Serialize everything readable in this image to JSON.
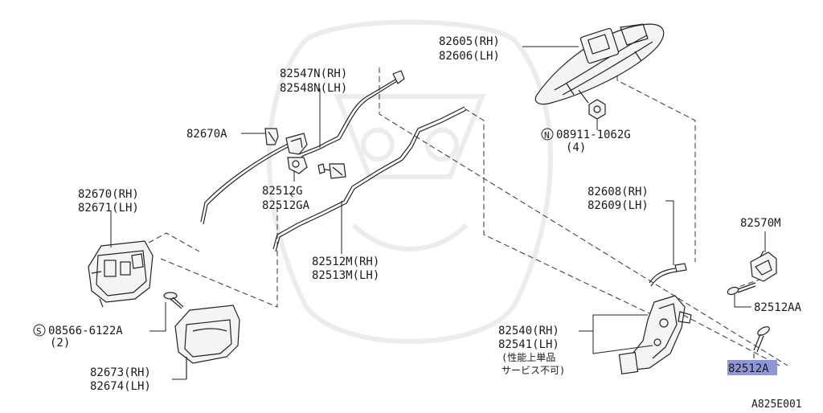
{
  "labels": {
    "handle_outer_rh": "82605(RH)",
    "handle_outer_lh": "82606(LH)",
    "rod_n_rh": "82547N(RH)",
    "rod_n_lh": "82548N(LH)",
    "clip": "82670A",
    "nut": "08911-1062G",
    "nut_symbol": "N",
    "nut_qty": "(4)",
    "clip_g": "82512G",
    "clip_ga": "82512GA",
    "handle_inner_rh": "82670(RH)",
    "handle_inner_lh": "82671(LH)",
    "lock_rh": "82608(RH)",
    "lock_lh": "82609(LH)",
    "striker": "82570M",
    "rod_m_rh": "82512M(RH)",
    "rod_m_lh": "82513M(LH)",
    "screw_aa": "82512AA",
    "actuator_rh": "82540(RH)",
    "actuator_lh": "82541(LH)",
    "note_line1": "(性能上単品",
    "note_line2": "サービス不可)",
    "screw_s": "08566-6122A",
    "screw_s_symbol": "S",
    "screw_s_qty": "(2)",
    "screw_a": "82512A",
    "escutcheon_rh": "82673(RH)",
    "escutcheon_lh": "82674(LH)",
    "diagram_id": "A825E001"
  },
  "highlight_color": "#8e96d6"
}
